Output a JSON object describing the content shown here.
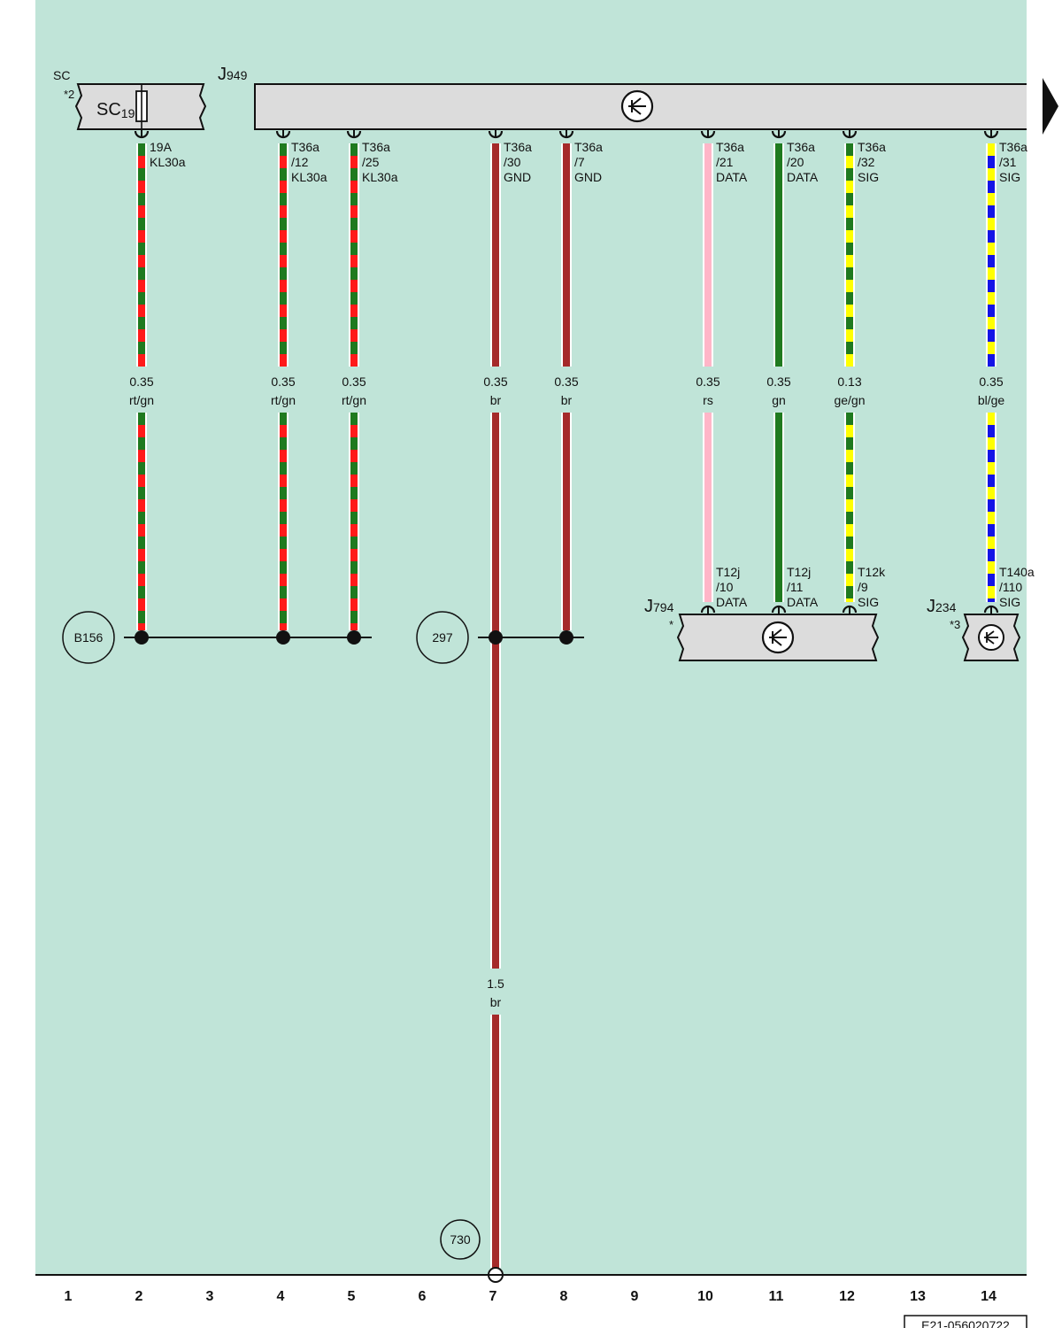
{
  "diagram": {
    "background_color": "#c0e4d8",
    "page_ref": "E21-056020722",
    "continuation_arrow": "right-arrow",
    "columns": [
      "1",
      "2",
      "3",
      "4",
      "5",
      "6",
      "7",
      "8",
      "9",
      "10",
      "11",
      "12",
      "13",
      "14"
    ],
    "colors": {
      "rt": "#ff1a1a",
      "gn": "#1f7a1f",
      "br": "#a52a2a",
      "rs": "#ffb6c8",
      "ge": "#ffff00",
      "bl": "#1414e6"
    },
    "fuse_box": {
      "group_label": "SC",
      "note": "*2",
      "name": "SC",
      "name_sub": "19",
      "terminal": "19A",
      "signal": "KL30a"
    },
    "modules": {
      "j949": {
        "letter": "J",
        "number": "949",
        "icon": "control-unit-icon"
      },
      "j794": {
        "letter": "J",
        "number": "794",
        "note": "*",
        "icon": "control-unit-icon"
      },
      "j234": {
        "letter": "J",
        "number": "234",
        "note": "*3",
        "icon": "control-unit-icon"
      }
    },
    "wires": [
      {
        "id": "w2",
        "conn": "",
        "pin": "",
        "signal": "",
        "size": "0.35",
        "color": "rt/gn"
      },
      {
        "id": "w4",
        "conn": "T36a",
        "pin": "/12",
        "signal": "KL30a",
        "size": "0.35",
        "color": "rt/gn"
      },
      {
        "id": "w5",
        "conn": "T36a",
        "pin": "/25",
        "signal": "KL30a",
        "size": "0.35",
        "color": "rt/gn"
      },
      {
        "id": "w7",
        "conn": "T36a",
        "pin": "/30",
        "signal": "GND",
        "size": "0.35",
        "color": "br"
      },
      {
        "id": "w8",
        "conn": "T36a",
        "pin": "/7",
        "signal": "GND",
        "size": "0.35",
        "color": "br"
      },
      {
        "id": "w10",
        "conn": "T36a",
        "pin": "/21",
        "signal": "DATA",
        "size": "0.35",
        "color": "rs"
      },
      {
        "id": "w11",
        "conn": "T36a",
        "pin": "/20",
        "signal": "DATA",
        "size": "0.35",
        "color": "gn"
      },
      {
        "id": "w12",
        "conn": "T36a",
        "pin": "/32",
        "signal": "SIG",
        "size": "0.13",
        "color": "ge/gn"
      },
      {
        "id": "w14",
        "conn": "T36a",
        "pin": "/31",
        "signal": "SIG",
        "size": "0.35",
        "color": "bl/ge"
      }
    ],
    "lower_pins": [
      {
        "conn": "T12j",
        "pin": "/10",
        "signal": "DATA"
      },
      {
        "conn": "T12j",
        "pin": "/11",
        "signal": "DATA"
      },
      {
        "conn": "T12k",
        "pin": "/9",
        "signal": "SIG"
      },
      {
        "conn": "T140a",
        "pin": "/110",
        "signal": "SIG"
      }
    ],
    "ground_wire": {
      "size": "1.5",
      "color": "br"
    },
    "connection_points": {
      "b156": "B156",
      "p297": "297",
      "p730": "730"
    }
  }
}
